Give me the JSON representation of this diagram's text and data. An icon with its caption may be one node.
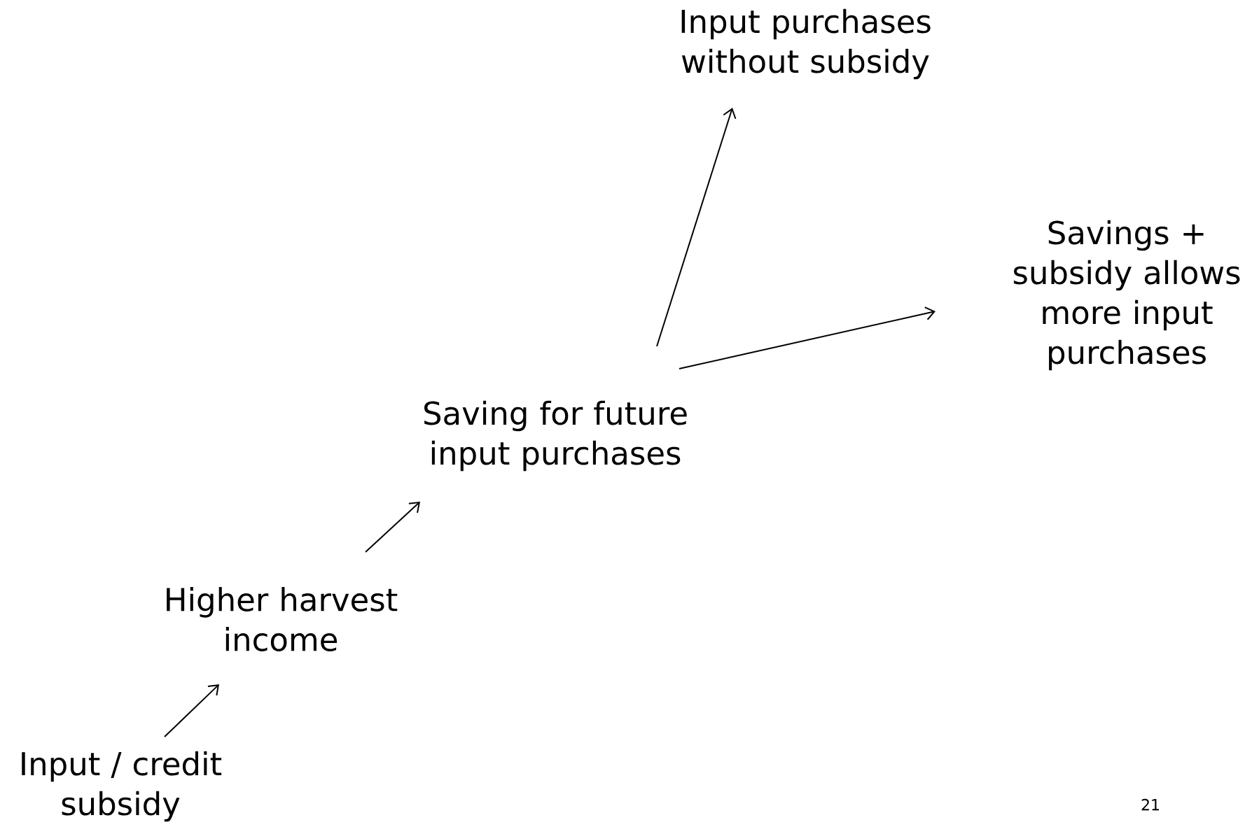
{
  "diagram": {
    "nodes": [
      {
        "text": [
          "Input / credit subsidy"
        ]
      },
      {
        "text": [
          "Higher harvest income"
        ]
      },
      {
        "text": [
          "Saving for future input purchases"
        ]
      },
      {
        "text": [
          "Input purchases without subsidy"
        ]
      },
      {
        "text": [
          "Savings + subsidy allows more input purchases"
        ]
      }
    ],
    "edges": [
      {
        "from": 0,
        "to": 1,
        "arrow": "to"
      },
      {
        "from": 1,
        "to": 2,
        "arrow": "to"
      },
      {
        "from": 2,
        "to": 3,
        "arrow": "to"
      },
      {
        "from": 2,
        "to": 4,
        "arrow": "to"
      }
    ],
    "labels": [
      "21"
    ]
  }
}
